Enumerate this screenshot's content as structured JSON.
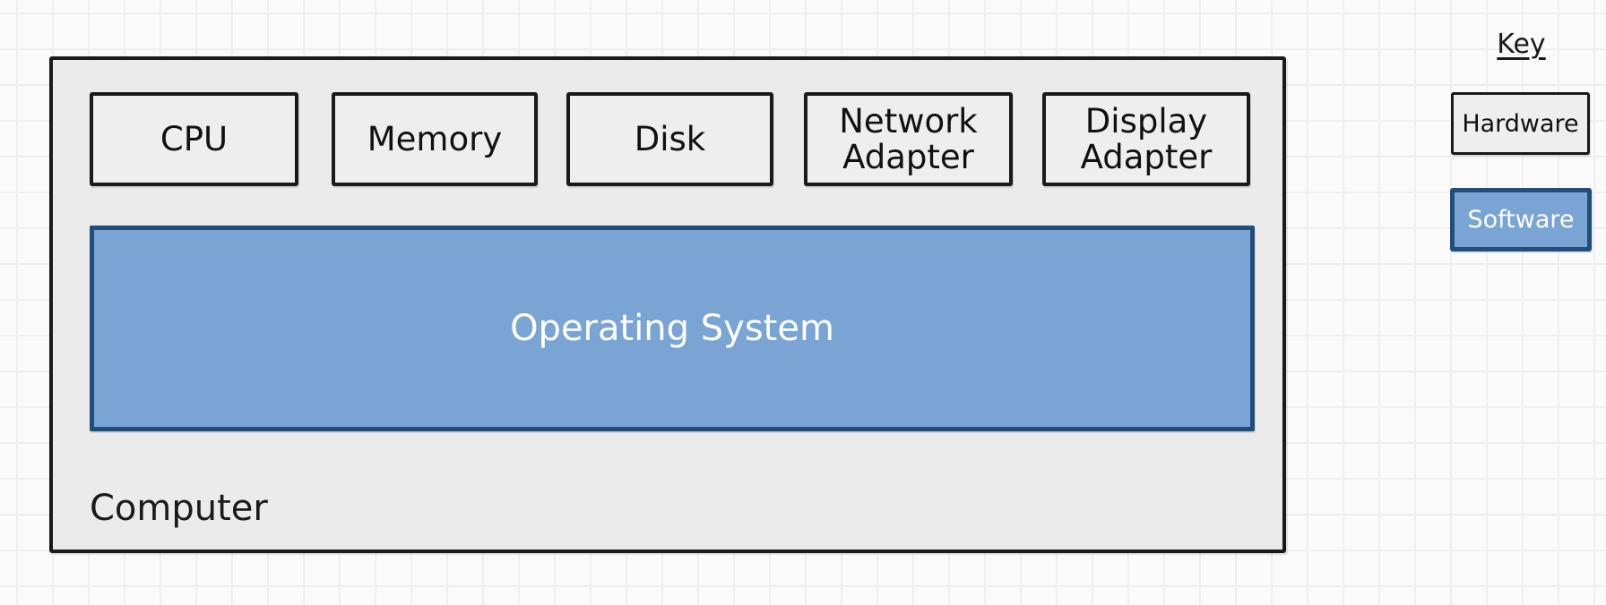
{
  "diagram": {
    "computer": {
      "label": "Computer",
      "hardware": [
        {
          "label": "CPU"
        },
        {
          "label": "Memory"
        },
        {
          "label": "Disk"
        },
        {
          "label": "Network Adapter"
        },
        {
          "label": "Display Adapter"
        }
      ],
      "software": {
        "label": "Operating System"
      }
    },
    "key": {
      "title": "Key",
      "hardware_label": "Hardware",
      "software_label": "Software"
    },
    "colors": {
      "hardware_fill": "#eeeeee",
      "hardware_border": "#1a1a1a",
      "hardware_text": "#111111",
      "software_fill": "#7aa4d4",
      "software_border": "#204e7a",
      "software_text": "#ffffff",
      "computer_fill": "#ebebeb",
      "background": "#fafafa",
      "grid_line": "#efefef"
    }
  }
}
